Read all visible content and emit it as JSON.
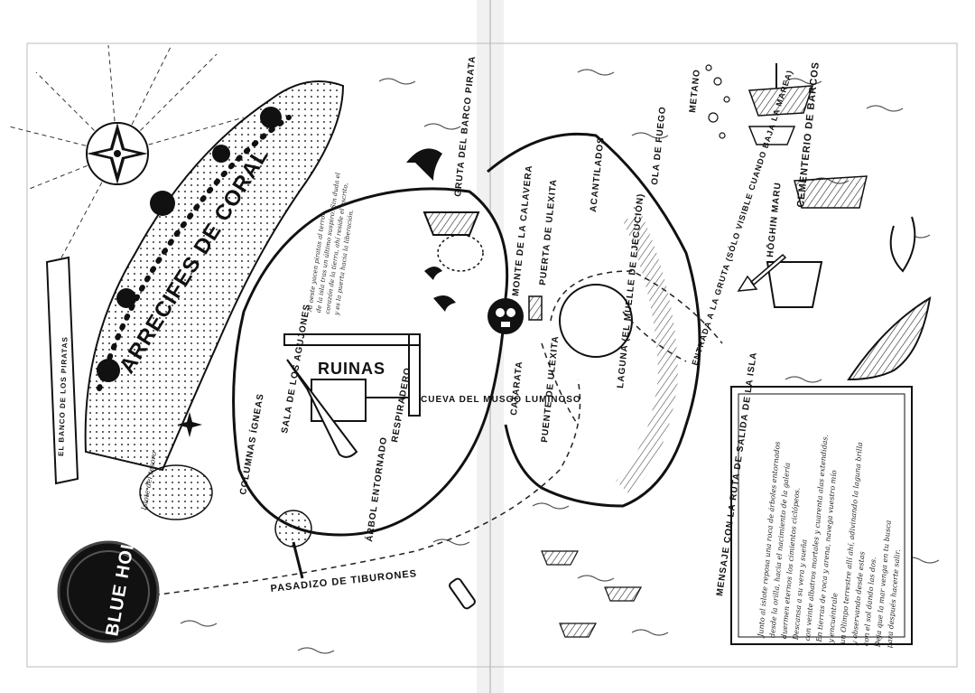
{
  "title_banner": "EL BANCO DE LOS PIRATAS",
  "blue_hole": "BLUE HOLE",
  "labels": {
    "arrecife": "ARRECIFES DE CORAL",
    "ruinas": "RUINAS",
    "sala": "SALA DE LOS AGUJONES",
    "columnas": "COLUMNAS ÍGNEAS",
    "arbol": "ÁRBOL ENTORNADO",
    "pasadizo": "PASADIZO DE TIBURONES",
    "respiradero": "RESPIRADERO",
    "cueva": "CUEVA DEL MUSGO LUMINOSO",
    "catarata": "CATARATA",
    "puente": "PUENTE DE ULEXITA",
    "puerta": "PUERTA DE ULEXITA",
    "monte": "MONTE DE LA CALAVERA",
    "gruta": "GRUTA DEL BARCO PIRATA",
    "laguna": "LAGUNA (EL MUELLE DE EJECUCIÓN)",
    "entrada": "ENTRADA A LA GRUTA (SÓLO VISIBLE CUANDO BAJA LA MAREA)",
    "acantilados": "ACANTILADOS",
    "ola": "OLA DE FUEGO",
    "metano": "METANO",
    "hoghin": "HŌGHIN MARU",
    "cementerio": "CEMENTERIO DE BARCOS",
    "mensaje": "MENSAJE CON LA RUTA DE SALIDA DE LA ISLA",
    "islote": "Islote del tesoro"
  },
  "map_note": [
    "Al oeste yacen piratas al terror",
    "de la isla tras un último suspiro. Sin duda el",
    "corazón de la tierra, ahí reside el escrito,",
    "y es la puerta hacia la liberación."
  ],
  "poem": [
    "Junto al islote reposa una roca de árboles entornados",
    "desde la orilla, hacia el nacimiento de la galería",
    "duermen eternos los cimientos ciclópeos.",
    "Descansa a su vera y sueña",
    "con veinte albatros mortales y cuarenta alas extendidas.",
    "En tierras de roca y arena, navega vuestro mío",
    "y encuéntrale",
    "un Olimpo terrestre allí ahí, adivinando la laguna brilla",
    "y observando desde estas",
    "con el sol dando las dos.",
    "Deja que la mar venga en tu busca",
    "para después hacerte salir."
  ],
  "colors": {
    "ink": "#111111",
    "paper": "#ffffff",
    "blue_hole_fill": "#111111"
  }
}
